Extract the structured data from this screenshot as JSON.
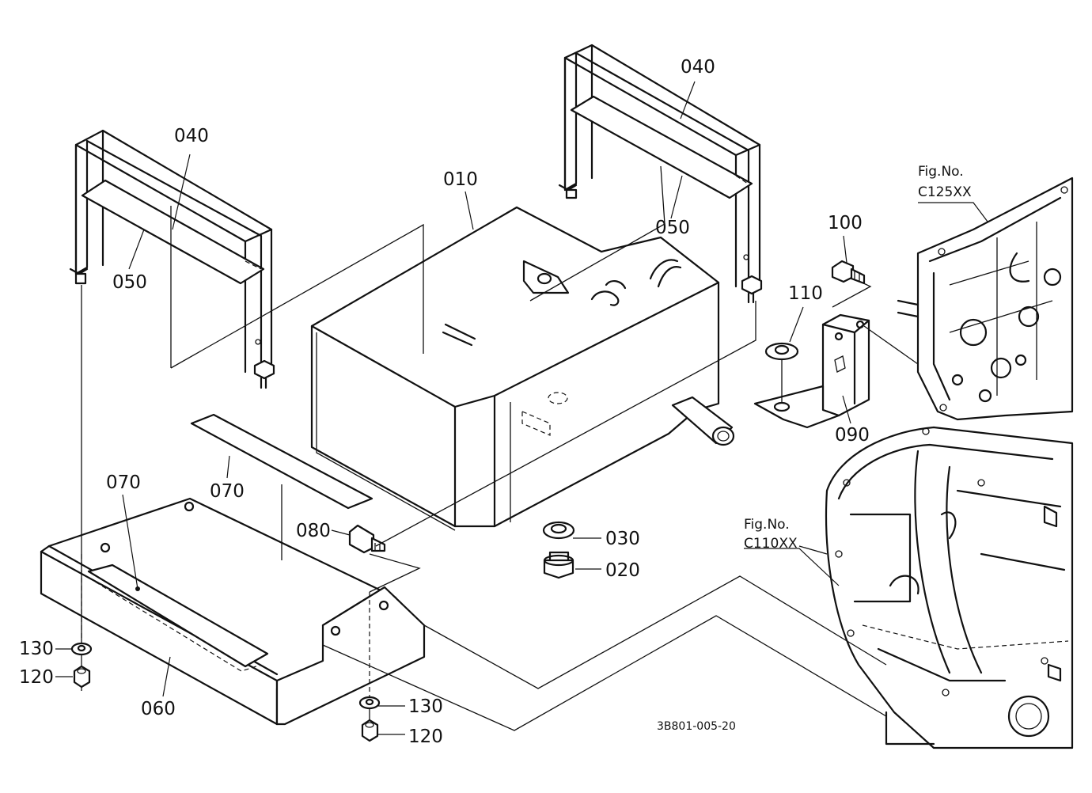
{
  "drawing_code": "3B801-005-20",
  "figure_refs": [
    {
      "line1": "Fig.No.",
      "line2": "C125XX"
    },
    {
      "line1": "Fig.No.",
      "line2": "C110XX"
    }
  ],
  "parts": {
    "p010": "010",
    "p020": "020",
    "p030": "030",
    "p040_left": "040",
    "p040_right": "040",
    "p050_left": "050",
    "p050_right": "050",
    "p060": "060",
    "p070_plate": "070",
    "p070_strip": "070",
    "p080": "080",
    "p090": "090",
    "p100": "100",
    "p110": "110",
    "p120_left": "120",
    "p120_right": "120",
    "p130_left": "130",
    "p130_right": "130"
  }
}
